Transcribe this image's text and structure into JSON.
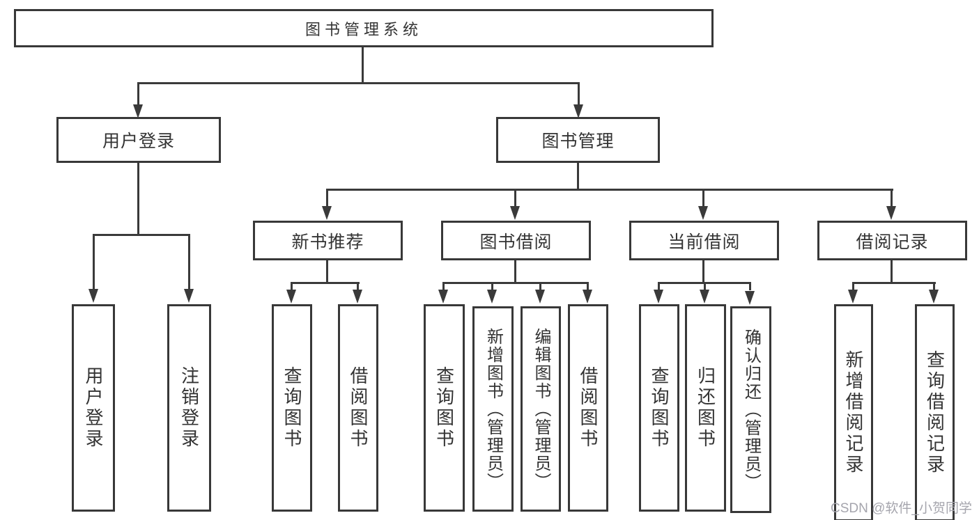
{
  "nodes": {
    "root": "图书管理系统",
    "user_login": "用户登录",
    "book_mgmt": "图书管理",
    "leaf_user_login": "用户登录",
    "leaf_logout": "注销登录",
    "new_book_rec": "新书推荐",
    "book_borrow": "图书借阅",
    "current_borrow": "当前借阅",
    "borrow_record": "借阅记录",
    "nb_query_book": "查询图书",
    "nb_borrow_book": "借阅图书",
    "bb_query_book": "查询图书",
    "bb_add_book": "新增图书（管理员）",
    "bb_edit_book": "编辑图书（管理员）",
    "bb_borrow_book": "借阅图书",
    "cb_query_book": "查询图书",
    "cb_return_book": "归还图书",
    "cb_confirm_return": "确认归还（管理员）",
    "br_add_record": "新增借阅记录",
    "br_query_record": "查询借阅记录"
  },
  "watermark": "CSDN @软件_小贺同学",
  "colors": {
    "line": "#3a3a3a",
    "box_border": "#383838",
    "box_background": "#ffffff",
    "text": "#333333",
    "watermark": "#a5a5ad",
    "background": "#ffffff"
  }
}
